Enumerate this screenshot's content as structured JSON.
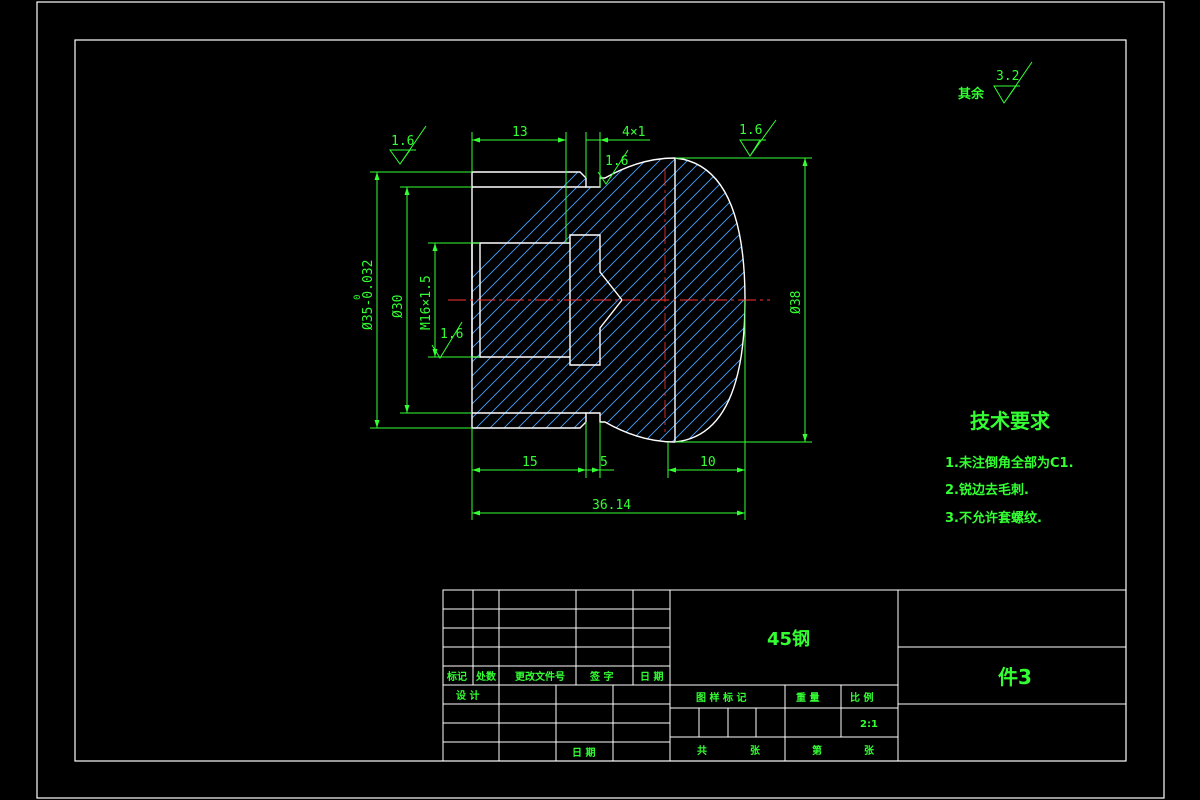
{
  "colors": {
    "border": "#ffffff",
    "geometry": "#ffffff",
    "dimension": "#33ff33",
    "hatch": "#4aa3ff",
    "centerline": "#ff3333"
  },
  "drawing": {
    "surface_note": {
      "label": "其余",
      "value": "3.2"
    },
    "dimensions": {
      "d13": "13",
      "chamfer": "4×1",
      "rough_top_left": "1.6",
      "rough_top_mid": "1.6",
      "rough_top_right": "1.6",
      "rough_left_inner": "1.6",
      "dia35": "Ø35-0.032",
      "dia35_tol_upper": "0",
      "dia30": "Ø30",
      "thread": "M16×1.5",
      "dia38": "Ø38",
      "d15": "15",
      "d5": "5",
      "d10": "10",
      "d36": "36.14"
    },
    "tech_req": {
      "title": "技术要求",
      "items": [
        "1.未注倒角全部为C1.",
        "2.锐边去毛刺.",
        "3.不允许套螺纹."
      ]
    }
  },
  "title_block": {
    "material": "45钢",
    "part_name": "件3",
    "labels": {
      "mark": "标记",
      "count": "处数",
      "change_doc": "更改文件号",
      "sign": "签 字",
      "date": "日 期",
      "design": "设 计",
      "stage_mark": "图 样 标 记",
      "weight": "重 量",
      "scale": "比 例",
      "date2": "日 期",
      "total": "共",
      "sheets": "张",
      "sheet_no": "第",
      "sheet2": "张"
    },
    "scale_value": "2:1"
  }
}
